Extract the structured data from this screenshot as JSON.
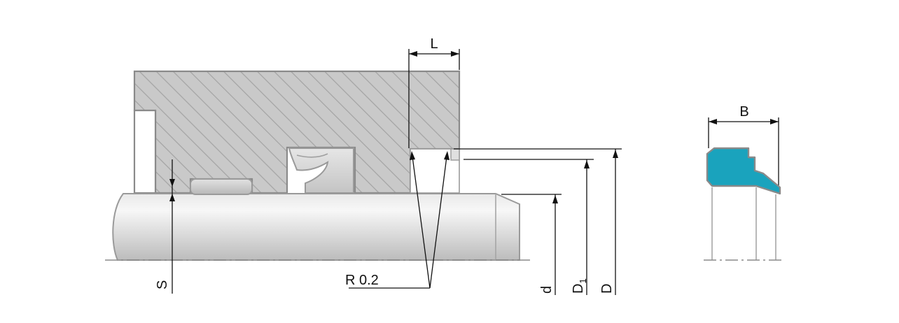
{
  "labels": {
    "groove_length": "L",
    "radial_section": "S",
    "corner_radius": "R 0.2",
    "rod_diameter": "d",
    "groove_diameter_base": "D",
    "groove_diameter_sub": "1",
    "bore_diameter": "D",
    "seal_width": "B"
  },
  "colors": {
    "housing_fill": "#c9c9c9",
    "hatch_line": "#a3a3a3",
    "outline": "#8a8a8a",
    "rod_light": "#f2f2f2",
    "rod_dark": "#bfbfbf",
    "seal_fill": "#1aa3bd",
    "dimension_line": "#111111"
  }
}
